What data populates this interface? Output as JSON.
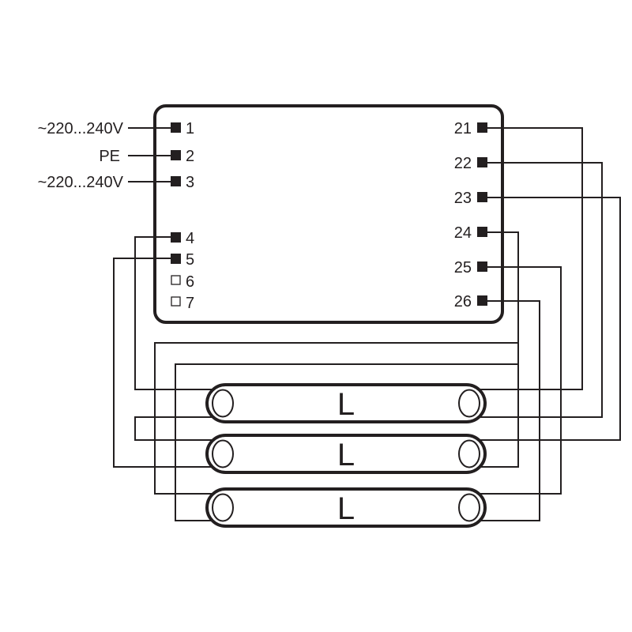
{
  "supply": {
    "l1": "~220...240V",
    "pe": "PE",
    "n": "~220...240V"
  },
  "terminals": {
    "left": [
      "1",
      "2",
      "3",
      "4",
      "5",
      "6",
      "7"
    ],
    "right": [
      "21",
      "22",
      "23",
      "24",
      "25",
      "26"
    ],
    "unused": [
      "6",
      "7"
    ]
  },
  "lamps": [
    {
      "label": "L"
    },
    {
      "label": "L"
    },
    {
      "label": "L"
    }
  ],
  "colors": {
    "ink": "#231f20",
    "background": "#ffffff"
  }
}
